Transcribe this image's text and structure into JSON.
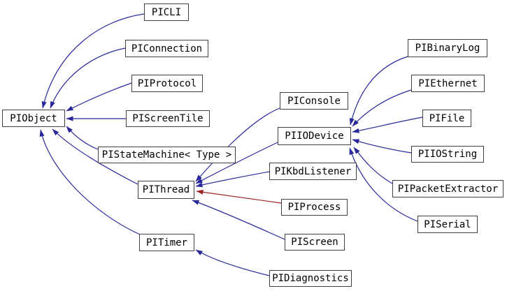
{
  "diagram": {
    "type": "class-inheritance-graph",
    "nodes": [
      {
        "id": "piobject",
        "label": "PIObject"
      },
      {
        "id": "picli",
        "label": "PICLI"
      },
      {
        "id": "piconnection",
        "label": "PIConnection"
      },
      {
        "id": "piprotocol",
        "label": "PIProtocol"
      },
      {
        "id": "piscreentile",
        "label": "PIScreenTile"
      },
      {
        "id": "pistatemachine",
        "label": "PIStateMachine< Type >"
      },
      {
        "id": "pithread",
        "label": "PIThread"
      },
      {
        "id": "pitimer",
        "label": "PITimer"
      },
      {
        "id": "piconsole",
        "label": "PIConsole"
      },
      {
        "id": "piiodevice",
        "label": "PIIODevice"
      },
      {
        "id": "pikbdlistener",
        "label": "PIKbdListener"
      },
      {
        "id": "piprocess",
        "label": "PIProcess"
      },
      {
        "id": "piscreen",
        "label": "PIScreen"
      },
      {
        "id": "pidiagnostics",
        "label": "PIDiagnostics"
      },
      {
        "id": "pibinarylog",
        "label": "PIBinaryLog"
      },
      {
        "id": "piethernet",
        "label": "PIEthernet"
      },
      {
        "id": "pifile",
        "label": "PIFile"
      },
      {
        "id": "piiostring",
        "label": "PIIOString"
      },
      {
        "id": "pipacketextractor",
        "label": "PIPacketExtractor"
      },
      {
        "id": "piserial",
        "label": "PISerial"
      }
    ],
    "edges": [
      {
        "from": "PICLI",
        "to": "PIObject",
        "relation": "public"
      },
      {
        "from": "PIConnection",
        "to": "PIObject",
        "relation": "public"
      },
      {
        "from": "PIProtocol",
        "to": "PIObject",
        "relation": "public"
      },
      {
        "from": "PIScreenTile",
        "to": "PIObject",
        "relation": "public"
      },
      {
        "from": "PIStateMachine< Type >",
        "to": "PIObject",
        "relation": "public"
      },
      {
        "from": "PIThread",
        "to": "PIObject",
        "relation": "public"
      },
      {
        "from": "PITimer",
        "to": "PIObject",
        "relation": "public"
      },
      {
        "from": "PIConsole",
        "to": "PIThread",
        "relation": "public"
      },
      {
        "from": "PIIODevice",
        "to": "PIThread",
        "relation": "public"
      },
      {
        "from": "PIKbdListener",
        "to": "PIThread",
        "relation": "public"
      },
      {
        "from": "PIProcess",
        "to": "PIThread",
        "relation": "private"
      },
      {
        "from": "PIScreen",
        "to": "PIThread",
        "relation": "public"
      },
      {
        "from": "PIBinaryLog",
        "to": "PIIODevice",
        "relation": "public"
      },
      {
        "from": "PIEthernet",
        "to": "PIIODevice",
        "relation": "public"
      },
      {
        "from": "PIFile",
        "to": "PIIODevice",
        "relation": "public"
      },
      {
        "from": "PIIOString",
        "to": "PIIODevice",
        "relation": "public"
      },
      {
        "from": "PIPacketExtractor",
        "to": "PIIODevice",
        "relation": "public"
      },
      {
        "from": "PISerial",
        "to": "PIIODevice",
        "relation": "public"
      },
      {
        "from": "PIDiagnostics",
        "to": "PITimer",
        "relation": "public"
      }
    ]
  },
  "colors": {
    "edge_public": "#28289b",
    "edge_private": "#9e2121",
    "node_border": "#404040",
    "node_background": "#ffffff",
    "node_text": "#000000",
    "canvas_background": "#ffffff"
  }
}
